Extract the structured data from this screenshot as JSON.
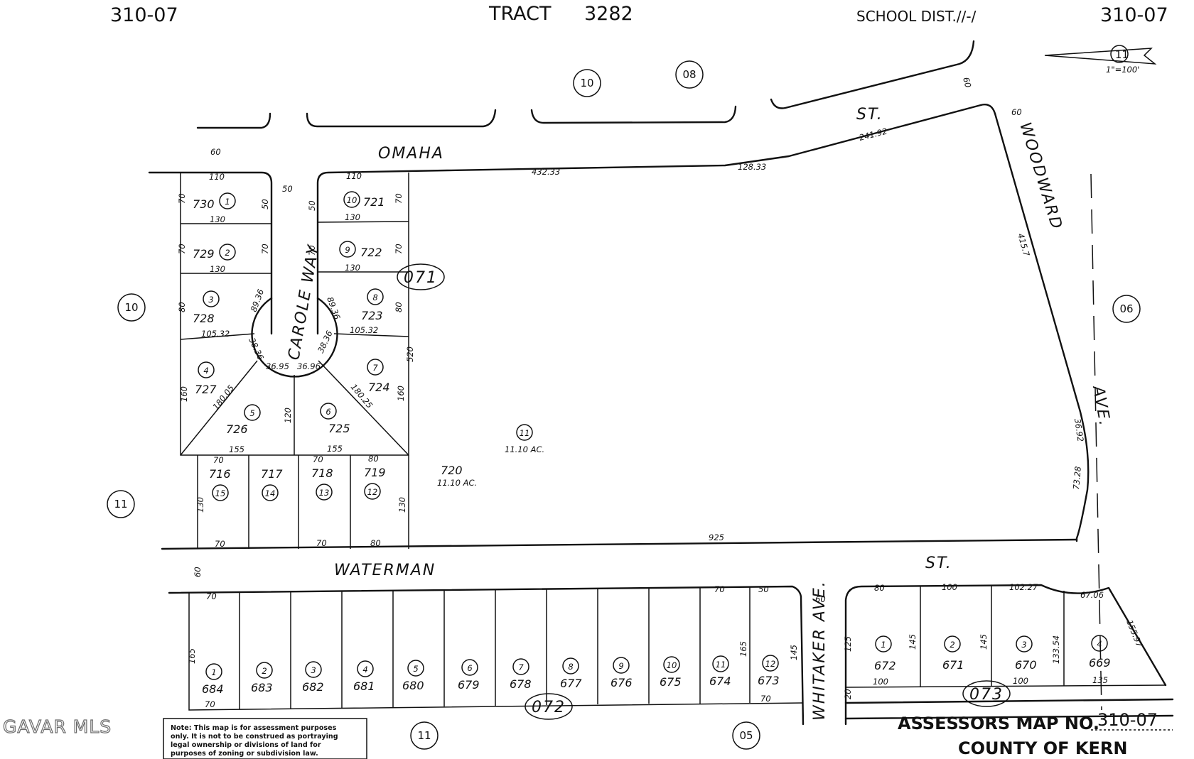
{
  "header": {
    "map_left": "310-07",
    "title_word": "TRACT",
    "title_num": "3282",
    "school_dist": "SCHOOL DIST.//-/",
    "map_right": "310-07"
  },
  "north_arrow": {
    "label": "11",
    "scale": "1\"=100'"
  },
  "streets": {
    "omaha": "OMAHA",
    "omaha_st": "ST.",
    "waterman": "WATERMAN",
    "waterman_st": "ST.",
    "carole_way": "CAROLE WAY",
    "woodward": "WOODWARD",
    "woodward_ave": "AVE.",
    "whitaker": "WHITAKER AVE."
  },
  "map_refs": [
    "10",
    "08",
    "10",
    "06",
    "11",
    "11",
    "05"
  ],
  "block_labels": [
    "071",
    "072",
    "073"
  ],
  "tract_lots": [
    {
      "parcel": "730",
      "lot": "1"
    },
    {
      "parcel": "729",
      "lot": "2"
    },
    {
      "parcel": "728",
      "lot": "3"
    },
    {
      "parcel": "727",
      "lot": "4"
    },
    {
      "parcel": "726",
      "lot": "5"
    },
    {
      "parcel": "725",
      "lot": "6"
    },
    {
      "parcel": "724",
      "lot": "7"
    },
    {
      "parcel": "723",
      "lot": "8"
    },
    {
      "parcel": "722",
      "lot": "9"
    },
    {
      "parcel": "721",
      "lot": "10"
    },
    {
      "parcel": "716",
      "lot": "15"
    },
    {
      "parcel": "717",
      "lot": "14"
    },
    {
      "parcel": "718",
      "lot": "13"
    },
    {
      "parcel": "719",
      "lot": "12"
    }
  ],
  "big_parcel": {
    "lot": "11",
    "acres": "11.10 AC.",
    "parcel": "720",
    "parcel_acres": "11.10 AC."
  },
  "south_lots": [
    {
      "lot": "1",
      "parcel": "684"
    },
    {
      "lot": "2",
      "parcel": "683"
    },
    {
      "lot": "3",
      "parcel": "682"
    },
    {
      "lot": "4",
      "parcel": "681"
    },
    {
      "lot": "5",
      "parcel": "680"
    },
    {
      "lot": "6",
      "parcel": "679"
    },
    {
      "lot": "7",
      "parcel": "678"
    },
    {
      "lot": "8",
      "parcel": "677"
    },
    {
      "lot": "9",
      "parcel": "676"
    },
    {
      "lot": "10",
      "parcel": "675"
    },
    {
      "lot": "11",
      "parcel": "674"
    },
    {
      "lot": "12",
      "parcel": "673"
    }
  ],
  "southeast_lots": [
    {
      "lot": "1",
      "parcel": "672"
    },
    {
      "lot": "2",
      "parcel": "671"
    },
    {
      "lot": "3",
      "parcel": "670"
    },
    {
      "lot": "4",
      "parcel": "669"
    }
  ],
  "dimensions": {
    "d60a": "60",
    "d110a": "110",
    "d50a": "50",
    "d110b": "110",
    "d43233": "432.33",
    "d12833": "128.33",
    "d24192": "241.92",
    "d60b": "60",
    "d60c": "60",
    "d4157": "415.7",
    "d3692": "36.92",
    "d7328": "73.28",
    "d70a": "70",
    "d50b": "50",
    "d130a": "130",
    "d70b": "70",
    "d70c": "70",
    "d130b": "130",
    "d50c": "50",
    "d70d": "70",
    "d130c": "130",
    "d70e": "70",
    "d70f": "70",
    "d130d": "130",
    "d80a": "80",
    "d8936a": "89.36",
    "d8936b": "89.36",
    "d80b": "80",
    "d10532a": "105.32",
    "d10532b": "105.32",
    "d520": "520",
    "d3836a": "38.36",
    "d3695": "36.95",
    "d3696": "36.96",
    "d3836b": "38.36",
    "d160a": "160",
    "d18005": "180.05",
    "d18025": "180.25",
    "d160b": "160",
    "d120": "120",
    "d155a": "155",
    "d155b": "155",
    "d70g": "70",
    "d70h": "70",
    "d80c": "80",
    "d130e": "130",
    "d130f": "130",
    "d70i": "70",
    "d70j": "70",
    "d80d": "80",
    "d925": "925",
    "d60d": "60",
    "d70k": "70",
    "d70l": "70",
    "d50d": "50",
    "d165a": "165",
    "d165b": "165",
    "d145a": "145",
    "d70m": "70",
    "d70n": "70",
    "d80e": "80",
    "d100a": "100",
    "d10227": "102.27",
    "d6706": "67.06",
    "d15597": "155.97",
    "d125": "125",
    "d145b": "145",
    "d145c": "145",
    "d13354": "133.54",
    "d100b": "100",
    "d100c": "100",
    "d135": "135",
    "d20": "20"
  },
  "assessor": {
    "label": "ASSESSORS MAP NO.",
    "number": "310-07",
    "county": "COUNTY OF KERN"
  },
  "note": [
    "Note: This map is for assessment purposes",
    "only. It is not to be construed as portraying",
    "legal ownership or divisions of land for",
    "purposes of zoning or subdivision law."
  ],
  "watermark": "GAVAR MLS"
}
